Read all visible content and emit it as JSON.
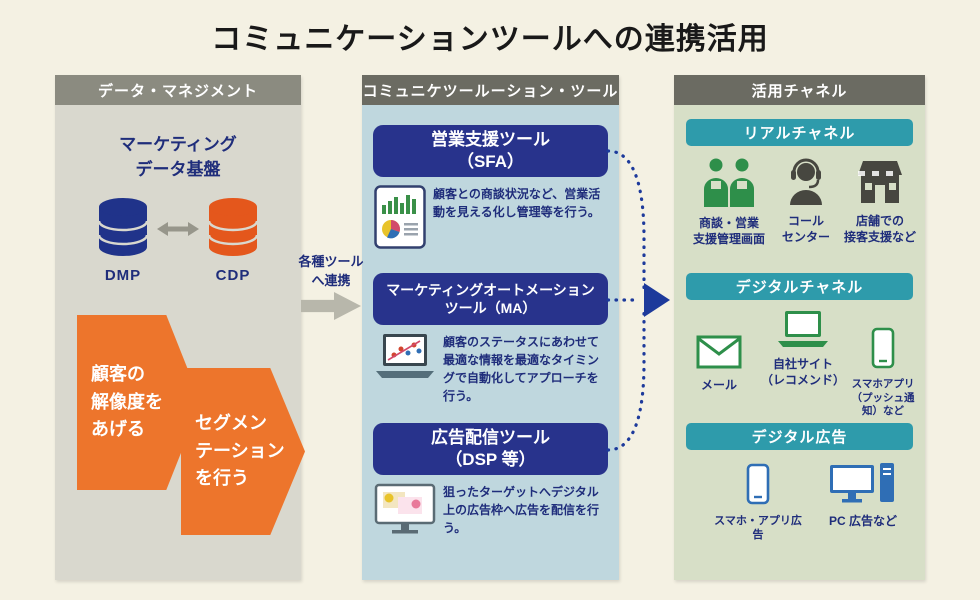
{
  "title": "コミュニケーションツールへの連携活用",
  "colors": {
    "accent_navy": "#28338c",
    "accent_orange": "#ed752c",
    "db_blue": "#20338a",
    "db_orange": "#e4571c",
    "teal": "#2e9bab",
    "green": "#2e8f4a",
    "pc_blue": "#2f6eb5",
    "panel_gray": "#d9d8ce",
    "panel_blue": "#bfd7de",
    "panel_green": "#d7dfc7",
    "header_gray": "#6b6b62"
  },
  "data_management": {
    "header": "データ・マネジメント",
    "platform_label": "マーケティング\nデータ基盤",
    "dmp_label": "DMP",
    "cdp_label": "CDP",
    "dmp_icon": "database-blue-icon",
    "cdp_icon": "database-orange-icon",
    "flow_steps": [
      {
        "label": "顧客の\n解像度を\nあげる"
      },
      {
        "label": "セグメン\nテーション\nを行う"
      }
    ]
  },
  "connector": {
    "label": "各種ツール\nへ連携"
  },
  "communication_tools": {
    "header": "コミュニケツールーション・ツール",
    "tools": [
      {
        "title": "営業支援ツール\n（SFA）",
        "description": "顧客との商談状況など、営業活動を見える化し管理等を行う。",
        "icon": "tablet-chart-icon"
      },
      {
        "title": "マーケティングオートメーション\nツール（MA）",
        "description": "顧客のステータスにあわせて最適な情報を最適なタイミングで自動化してアプローチを行う。",
        "icon": "laptop-scatter-icon"
      },
      {
        "title": "広告配信ツール\n（DSP 等）",
        "description": "狙ったターゲットへデジタル上の広告枠へ広告を配信を行う。",
        "icon": "monitor-ads-icon"
      }
    ]
  },
  "channels": {
    "header": "活用チャネル",
    "sections": [
      {
        "title": "リアルチャネル",
        "items": [
          {
            "icon": "sales-people-icon",
            "label": "商談・営業\n支援管理画面"
          },
          {
            "icon": "call-center-icon",
            "label": "コール\nセンター"
          },
          {
            "icon": "store-icon",
            "label": "店舗での\n接客支援など"
          }
        ]
      },
      {
        "title": "デジタルチャネル",
        "items": [
          {
            "icon": "mail-icon",
            "label": "メール"
          },
          {
            "icon": "laptop-icon",
            "label": "自社サイト\n（レコメンド）"
          },
          {
            "icon": "smartphone-icon",
            "label": "スマホアプリ\n（プッシュ通知）など"
          }
        ]
      },
      {
        "title": "デジタル広告",
        "items": [
          {
            "icon": "smartphone-ad-icon",
            "label": "スマホ・アプリ広告"
          },
          {
            "icon": "desktop-pc-icon",
            "label": "PC 広告など"
          }
        ]
      }
    ]
  }
}
